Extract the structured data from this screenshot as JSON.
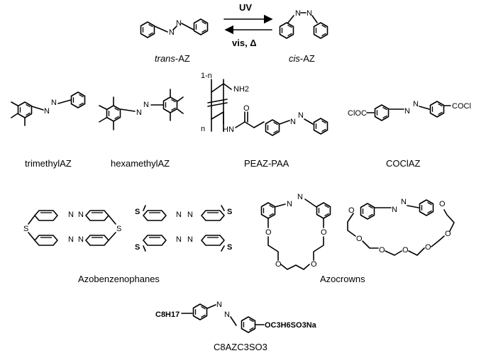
{
  "reaction": {
    "forward_label": "UV",
    "reverse_label": "vis, Δ",
    "trans_caption_prefix": "trans",
    "trans_caption_suffix": "-AZ",
    "cis_caption_prefix": "cis",
    "cis_caption_suffix": "-AZ"
  },
  "compounds": {
    "trimethyl": "trimethylAZ",
    "hexamethyl": "hexamethylAZ",
    "peaz": "PEAZ-PAA",
    "cocl": "COClAZ",
    "phanes": "Azobenzenophanes",
    "crowns": "Azocrowns",
    "c8_name": "C8AZC3SO3"
  },
  "atoms": {
    "N": "N",
    "S": "S",
    "O": "O",
    "NH2": "NH2",
    "HN": "HN",
    "ClOC": "ClOC",
    "COCl": "COCl",
    "one_minus_n": "1-n",
    "n": "n",
    "C8H17": "C8H17",
    "OC3H6SO3Na": "OC3H6SO3Na"
  }
}
